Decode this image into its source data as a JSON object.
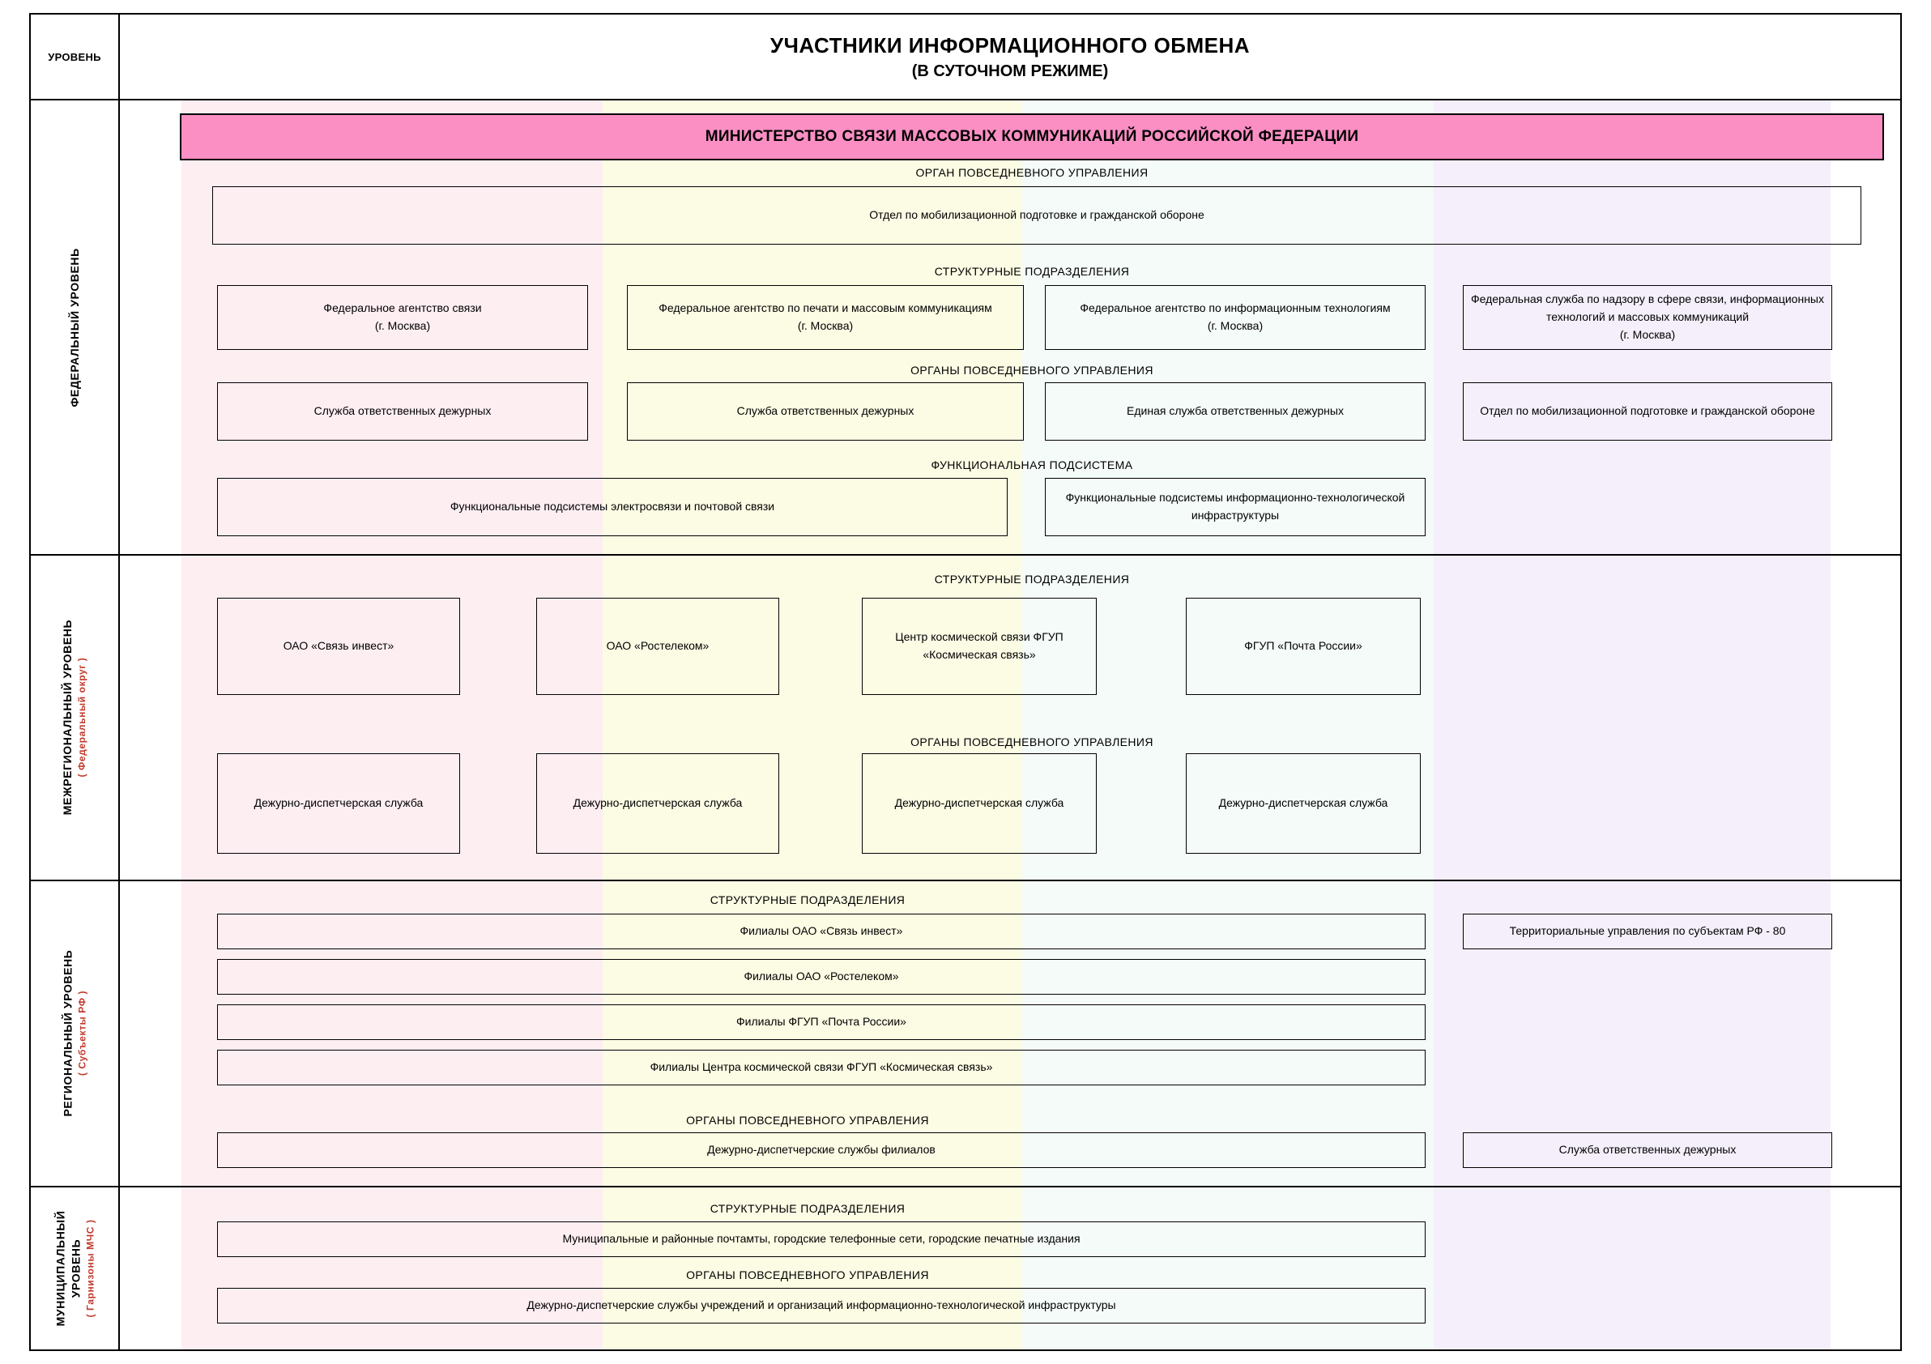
{
  "header": {
    "level_column_label": "УРОВЕНЬ",
    "title_line1": "УЧАСТНИКИ ИНФОРМАЦИОННОГО ОБМЕНА",
    "title_line2": "(В СУТОЧНОМ РЕЖИМЕ)"
  },
  "levels": {
    "federal": {
      "label": "ФЕДЕРАЛЬНЫЙ УРОВЕНЬ",
      "sub": ""
    },
    "interregional": {
      "label": "МЕЖРЕГИОНАЛЬНЫЙ УРОВЕНЬ",
      "sub": "( Федеральный округ )"
    },
    "regional": {
      "label": "РЕГИОНАЛЬНЫЙ УРОВЕНЬ",
      "sub": "( Субъекты РФ )"
    },
    "municipal": {
      "label": "МУНИЦИПАЛЬНЫЙ УРОВЕНЬ",
      "sub": "( Гарнизоны МЧС )"
    }
  },
  "captions": {
    "organ_daily_mgmt_sing": "ОРГАН ПОВСЕДНЕВНОГО УПРАВЛЕНИЯ",
    "structural_units": "СТРУКТУРНЫЕ ПОДРАЗДЕЛЕНИЯ",
    "organs_daily_mgmt": "ОРГАНЫ ПОВСЕДНЕВНОГО УПРАВЛЕНИЯ",
    "functional_subsystem": "ФУНКЦИОНАЛЬНАЯ ПОДСИСТЕМА"
  },
  "ministry": {
    "title": "МИНИСТЕРСТВО СВЯЗИ МАССОВЫХ КОММУНИКАЦИЙ РОССИЙСКОЙ ФЕДЕРАЦИИ"
  },
  "federal": {
    "mob_department": "Отдел по мобилизационной подготовке и гражданской обороне",
    "agencies": [
      "Федеральное агентство связи\n(г. Москва)",
      "Федеральное агентство по печати и массовым коммуникациям\n(г. Москва)",
      "Федеральное агентство по информационным технологиям\n(г. Москва)",
      "Федеральная служба по надзору в сфере связи, информационных технологий и массовых коммуникаций\n(г. Москва)"
    ],
    "duty_services": [
      "Служба ответственных дежурных",
      "Служба ответственных дежурных",
      "Единая служба ответственных дежурных",
      "Отдел по мобилизационной подготовке и гражданской обороне"
    ],
    "functional_subsystems": [
      "Функциональные подсистемы электросвязи и почтовой связи",
      "Функциональные подсистемы информационно-технологической инфраструктуры"
    ]
  },
  "interregional": {
    "structural_units": [
      "ОАО «Связь инвест»",
      "ОАО «Ростелеком»",
      "Центр космической связи ФГУП «Космическая связь»",
      "ФГУП «Почта России»"
    ],
    "duty_services": [
      "Дежурно-диспетчерская служба",
      "Дежурно-диспетчерская служба",
      "Дежурно-диспетчерская служба",
      "Дежурно-диспетчерская служба"
    ]
  },
  "regional": {
    "structural_units": [
      "Филиалы ОАО «Связь инвест»",
      "Филиалы ОАО «Ростелеком»",
      "Филиалы ФГУП «Почта России»",
      "Филиалы Центра космической связи ФГУП «Космическая связь»"
    ],
    "territorial": "Территориальные управления по субъектам РФ - 80",
    "duty_service_branches": "Дежурно-диспетчерские службы филиалов",
    "duty_service_right": "Служба ответственных дежурных"
  },
  "municipal": {
    "structural_units": "Муниципальные и районные почтамты, городские телефонные сети, городские печатные издания",
    "duty_services": "Дежурно-диспетчерские службы учреждений и организаций информационно-технологической инфраструктуры"
  },
  "colors": {
    "ministry_fill": "#fb8fc4",
    "band_pink": "#fdeef2",
    "band_yellow": "#fcfbe4",
    "band_blue": "#f4fbf8",
    "band_purple": "#f4effa",
    "sub_label": "#c0392b"
  }
}
